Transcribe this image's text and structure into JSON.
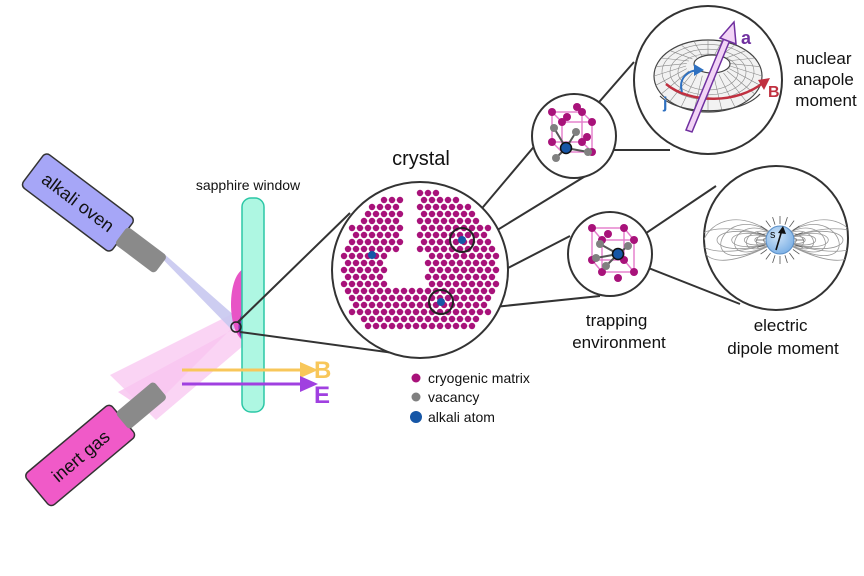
{
  "labels": {
    "alkali_oven": "alkali oven",
    "inert_gas": "inert gas",
    "sapphire_window": "sapphire window",
    "crystal": "crystal",
    "field_b": "B",
    "field_e": "E",
    "trapping": [
      "trapping",
      "environment"
    ],
    "anapole": [
      "nuclear",
      "anapole",
      "moment"
    ],
    "dipole": [
      "electric",
      "dipole moment"
    ],
    "vector_a": "a",
    "vector_b": "B",
    "vector_j": "j",
    "spin_s": "s"
  },
  "legend": [
    {
      "label": "cryogenic matrix",
      "color": "#a8127a"
    },
    {
      "label": "vacancy",
      "color": "#808080"
    },
    {
      "label": "alkali atom",
      "color": "#1656a6"
    }
  ],
  "colors": {
    "oven_fill": "#a6a6f7",
    "gas_fill": "#f05ac8",
    "window_fill": "#aef7e2",
    "matrix": "#a8127a",
    "vacancy": "#808080",
    "alkali": "#1656a6",
    "b_field": "#f8c75a",
    "e_field": "#a040e0",
    "plume": "#f8c6f0",
    "atom_beam": "#c8c8f0",
    "lattice": "#e37acb"
  }
}
